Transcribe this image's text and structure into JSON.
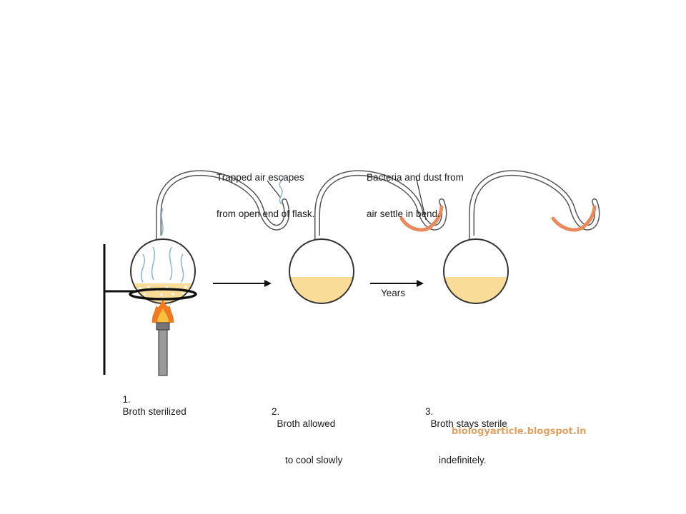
{
  "annotations": {
    "trapped_air": [
      "Trapped air escapes",
      "from open end of flask."
    ],
    "bacteria_dust": [
      "Bacteria and dust from",
      "air settle in bend."
    ],
    "years": "Years"
  },
  "steps": [
    {
      "number": "1.",
      "lines": [
        "Broth sterilized"
      ]
    },
    {
      "number": "2.",
      "lines": [
        "Broth allowed",
        "to cool slowly"
      ]
    },
    {
      "number": "3.",
      "lines": [
        "Broth stays sterile",
        "indefinitely."
      ]
    }
  ],
  "watermark": "biologyarticle.blogspot.in",
  "colors": {
    "broth": "#f8dc98",
    "dust": "#e88a5c",
    "flame": "#f07a20",
    "steam": "#8fb8d8",
    "watermark": "#e0a060"
  }
}
